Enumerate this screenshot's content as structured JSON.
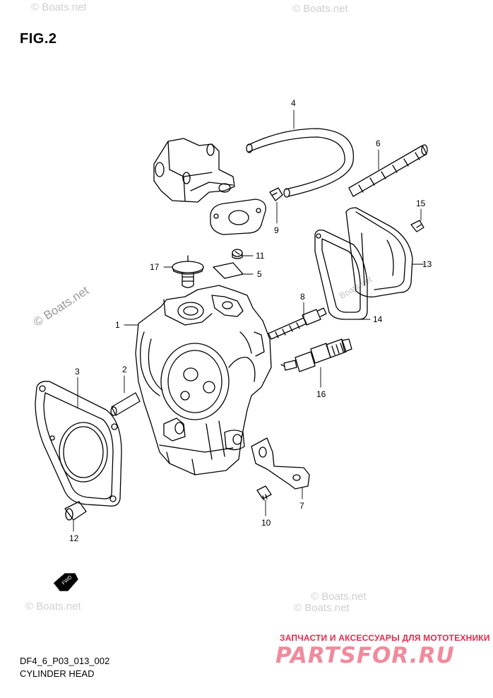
{
  "figure": {
    "title": "FIG.2",
    "code": "DF4_6_P03_013_002",
    "name": "CYLINDER HEAD",
    "fwd": "FWD"
  },
  "watermarks": {
    "top_left": "© Boats.net",
    "top_right": "© Boats.net",
    "side": "© Boats.net",
    "bottom_mid": "© Boats.net",
    "bottom_left": "© Boats.net",
    "bottom_right": "© Boats.net",
    "small": "Boats.net"
  },
  "advert": {
    "text": "ЗАПЧАСТИ И АКСЕССУАРЫ ДЛЯ МОТОТЕХНИКИ",
    "logo": "PARTSFOR.RU"
  },
  "callouts": [
    "1",
    "2",
    "3",
    "4",
    "5",
    "6",
    "7",
    "8",
    "9",
    "10",
    "11",
    "12",
    "13",
    "14",
    "15",
    "16",
    "17"
  ],
  "colors": {
    "ink": "#000000",
    "watermark": "#cfcfcf",
    "advert": "#e22a4c"
  }
}
